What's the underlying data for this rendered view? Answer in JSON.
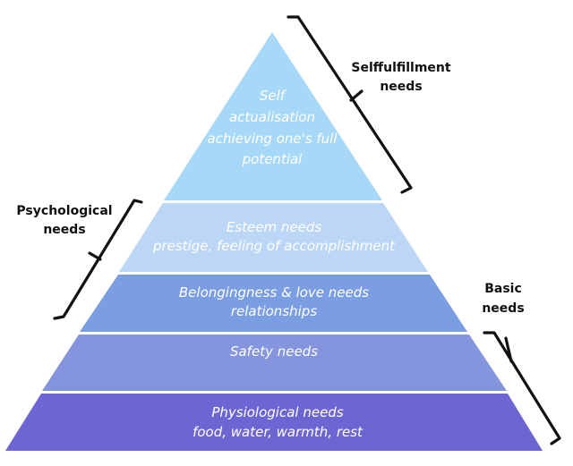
{
  "tiers": [
    {
      "lines": [
        "Self",
        "actualisation",
        "achieving one's full",
        "potential"
      ],
      "color": "#a7d8f7"
    },
    {
      "lines": [
        "Esteem needs",
        "prestige, feeling of accomplishment"
      ],
      "color": "#bcd6f6"
    },
    {
      "lines": [
        "Belongingness & love needs",
        "relationships"
      ],
      "color": "#7b9ee2"
    },
    {
      "lines": [
        "Safety needs"
      ],
      "color": "#8495de"
    },
    {
      "lines": [
        "Physiological needs",
        "food, water, warmth, rest"
      ],
      "color": "#6d66d2"
    }
  ],
  "groups": {
    "selffulfillment": [
      "Selffulfillment",
      "needs"
    ],
    "psychological": [
      "Psychological",
      "needs"
    ],
    "basic": [
      "Basic",
      "needs"
    ]
  }
}
